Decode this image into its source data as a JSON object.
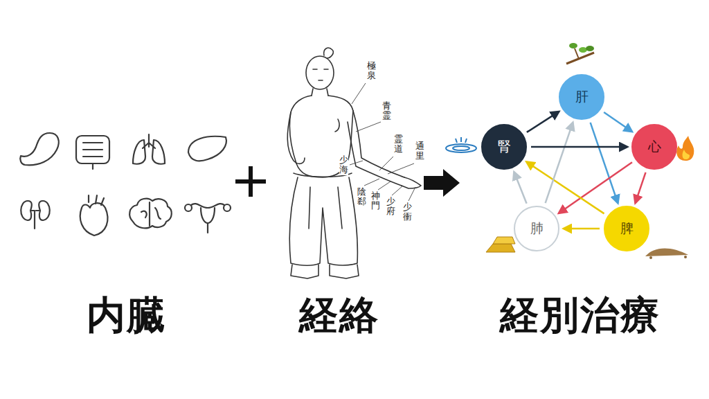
{
  "diagram": {
    "nodes": [
      {
        "text": [
          "肝"
        ]
      },
      {
        "text": [
          "腎"
        ]
      },
      {
        "text": [
          "心"
        ]
      },
      {
        "text": [
          "肺"
        ]
      },
      {
        "text": [
          "脾"
        ]
      }
    ],
    "edges": [
      {
        "from": 0,
        "to": 2,
        "arrow": "to"
      },
      {
        "from": 2,
        "to": 4,
        "arrow": "to"
      },
      {
        "from": 4,
        "to": 3,
        "arrow": "to"
      },
      {
        "from": 3,
        "to": 1,
        "arrow": "to"
      },
      {
        "from": 1,
        "to": 0,
        "arrow": "to"
      },
      {
        "from": 0,
        "to": 4,
        "arrow": "to"
      },
      {
        "from": 2,
        "to": 3,
        "arrow": "to"
      },
      {
        "from": 4,
        "to": 1,
        "arrow": "to"
      },
      {
        "from": 3,
        "to": 0,
        "arrow": "to"
      },
      {
        "from": 1,
        "to": 2,
        "arrow": "to"
      }
    ],
    "labels": [
      "内臓",
      "経絡",
      "経別治療",
      "極泉",
      "青霊",
      "霊道",
      "通里",
      "少海",
      "陰郄",
      "神門",
      "少府",
      "少衝"
    ]
  }
}
